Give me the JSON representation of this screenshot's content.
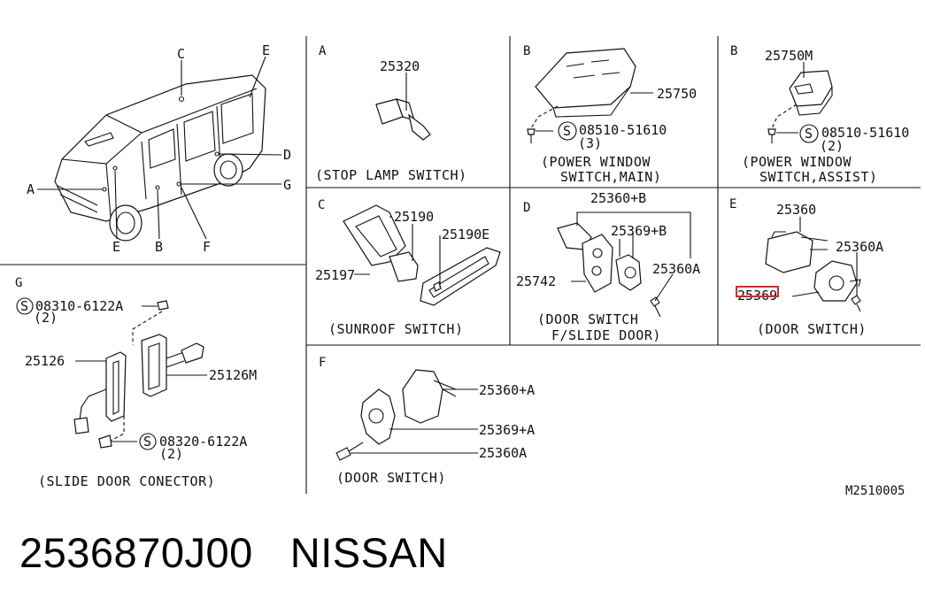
{
  "diagram": {
    "ref_code": "M2510005",
    "car": {
      "labels": [
        "C",
        "E",
        "D",
        "A",
        "G",
        "E",
        "B",
        "F"
      ]
    },
    "sections": {
      "A": {
        "letter": "A",
        "parts": [
          "25320"
        ],
        "caption": "(STOP LAMP SWITCH)"
      },
      "B_main": {
        "letter": "B",
        "parts": [
          "25750",
          "08510-51610",
          "(3)"
        ],
        "caption_1": "(POWER WINDOW",
        "caption_2": "SWITCH,MAIN)"
      },
      "B_assist": {
        "letter": "B",
        "parts": [
          "25750M",
          "08510-51610",
          "(2)"
        ],
        "caption_1": "(POWER WINDOW",
        "caption_2": "SWITCH,ASSIST)"
      },
      "C": {
        "letter": "C",
        "parts": [
          "25190",
          "25190E",
          "25197"
        ],
        "caption": "(SUNROOF SWITCH)"
      },
      "D": {
        "letter": "D",
        "parts": [
          "25360+B",
          "25369+B",
          "25742",
          "25360A"
        ],
        "caption_1": "(DOOR SWITCH",
        "caption_2": "F/SLIDE DOOR)"
      },
      "E": {
        "letter": "E",
        "parts": [
          "25360",
          "25360A",
          "25369"
        ],
        "caption": "(DOOR SWITCH)"
      },
      "F": {
        "letter": "F",
        "parts": [
          "25360+A",
          "25369+A",
          "25360A"
        ],
        "caption": "(DOOR SWITCH)"
      },
      "G": {
        "letter": "G",
        "parts": [
          "08310-6122A",
          "(2)",
          "25126",
          "25126M",
          "08320-6122A",
          "(2)"
        ],
        "caption": "(SLIDE DOOR CONECTOR)"
      }
    },
    "screw_symbol": "S",
    "highlight_color": "#e0262b"
  },
  "footer": {
    "part_number": "2536870J00",
    "brand": "NISSAN"
  }
}
